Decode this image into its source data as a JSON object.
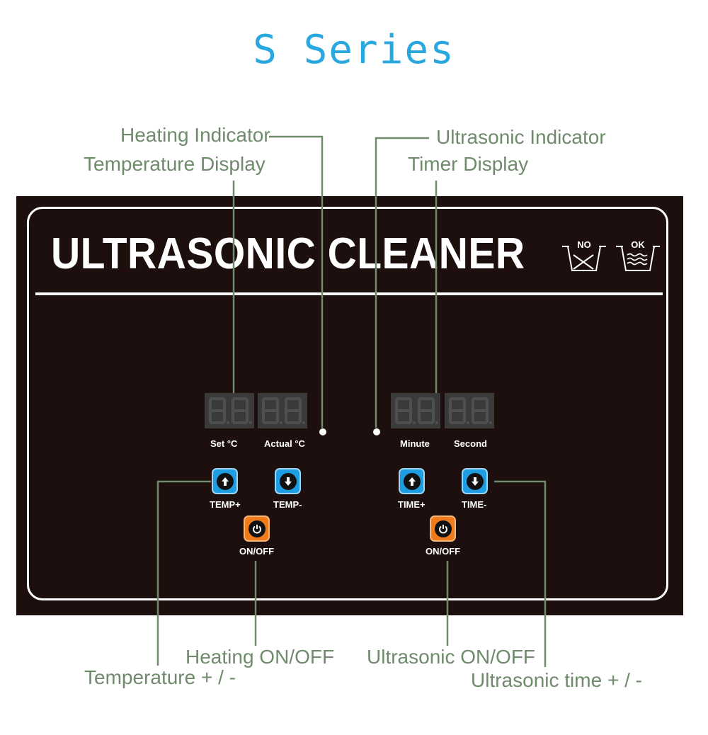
{
  "title": "S Series",
  "panel": {
    "brand": "ULTRASONIC CLEANER",
    "icons": {
      "no_label": "NO",
      "ok_label": "OK"
    },
    "displays": {
      "set_label": "Set   °C",
      "actual_label": "Actual °C",
      "minute_label": "Minute",
      "second_label": "Second"
    },
    "buttons": {
      "temp_plus": "TEMP+",
      "temp_minus": "TEMP-",
      "time_plus": "TIME+",
      "time_minus": "TIME-",
      "heat_onoff": "ON/OFF",
      "ultra_onoff": "ON/OFF"
    }
  },
  "callouts": {
    "heating_indicator": "Heating Indicator",
    "temperature_display": "Temperature Display",
    "ultrasonic_indicator": "Ultrasonic Indicator",
    "timer_display": "Timer Display",
    "heating_onoff": "Heating ON/OFF",
    "temperature_plusminus": "Temperature + / -",
    "ultrasonic_onoff": "Ultrasonic ON/OFF",
    "ultrasonic_time": "Ultrasonic time + / -"
  },
  "colors": {
    "title": "#29a8e0",
    "callout": "#6f8b6c",
    "panel_bg": "#1c0f0d",
    "led_segment": "#4f4f4f",
    "button_blue": "#1e9de2",
    "button_orange": "#ef7b1a"
  },
  "icon_names": [
    "no-wash-icon",
    "ok-wash-icon",
    "arrow-up-icon",
    "arrow-down-icon",
    "power-icon"
  ]
}
